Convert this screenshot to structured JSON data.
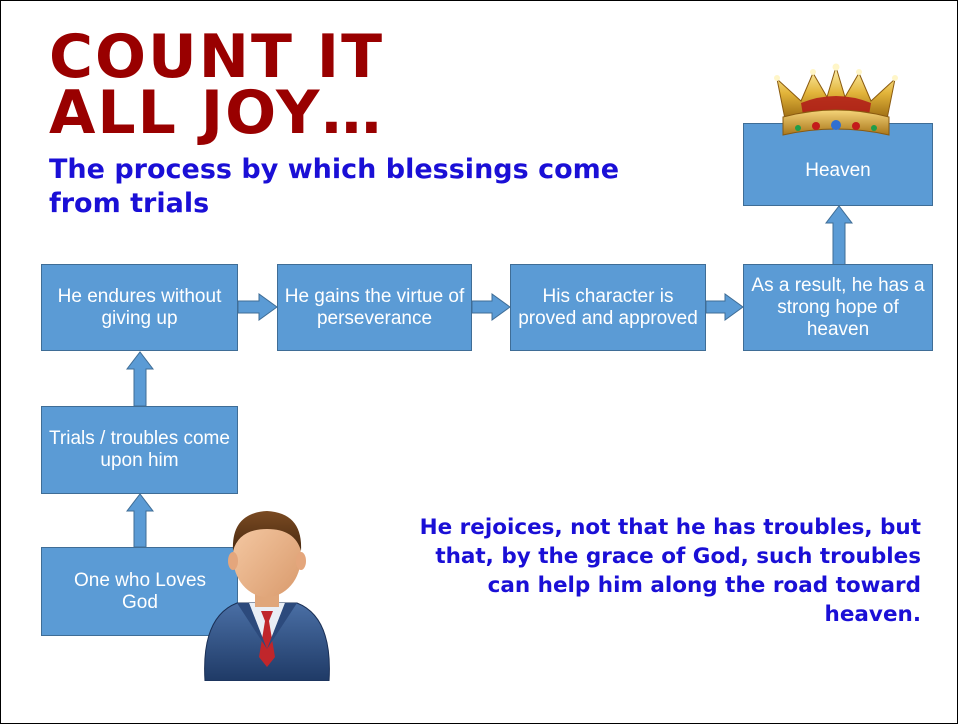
{
  "slide": {
    "title_line1": "COUNT IT",
    "title_line2": "ALL JOY…",
    "subtitle": "The process by which blessings come from trials",
    "quote": "He rejoices, not that he has troubles, but that, by the grace of God, such troubles can help him along the road toward heaven."
  },
  "flow": {
    "endures": "He endures without giving up",
    "perseverance": "He gains the virtue of perseverance",
    "character": "His character is proved and approved",
    "hope": "As a result, he has a strong hope of heaven",
    "heaven": "Heaven",
    "trials": "Trials / troubles come upon him",
    "loves_god": "One who Loves God"
  },
  "icons": {
    "crown": "crown-icon",
    "person": "businessman-icon"
  },
  "colors": {
    "title": "#990000",
    "subtitle": "#1a0fd6",
    "box_fill": "#5b9bd5",
    "box_text": "#ffffff"
  }
}
